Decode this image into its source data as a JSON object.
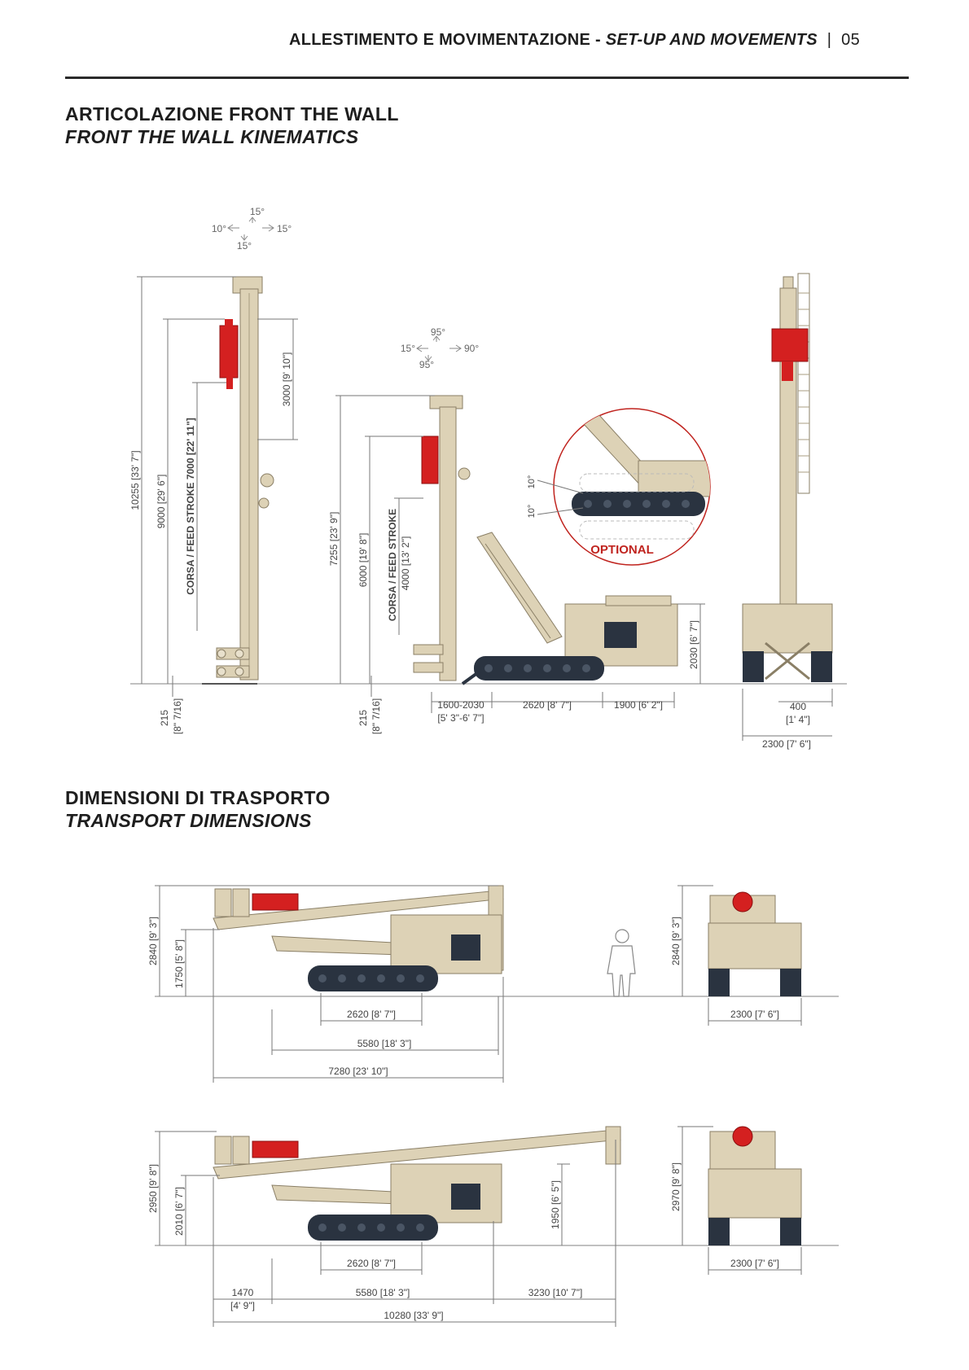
{
  "header": {
    "title_it": "ALLESTIMENTO E MOVIMENTAZIONE -",
    "title_en": "SET-UP AND MOVEMENTS",
    "separator": "|",
    "page_number": "05"
  },
  "section1": {
    "title_it": "ARTICOLAZIONE FRONT THE WALL",
    "title_en": "FRONT THE WALL KINEMATICS",
    "angles_left": {
      "top": "15°",
      "left": "10°",
      "right": "15°",
      "bottom": "15°"
    },
    "angles_mid": {
      "top": "95°",
      "left": "15°",
      "right": "90°",
      "bottom": "95°"
    },
    "dims_left": {
      "total_height": "10255 [33' 7\"]",
      "mast_height": "9000 [29' 6\"]",
      "feed_stroke": "CORSA / FEED STROKE 7000 [22' 11\"]",
      "top_offset": "3000 [9' 10\"]",
      "ground_offset": "215",
      "ground_offset_imperial": "[8\" 7/16]"
    },
    "dims_mid": {
      "total_height": "7255 [23' 9\"]",
      "mast_height": "6000 [19' 8\"]",
      "feed_stroke_label": "CORSA / FEED STROKE",
      "feed_stroke_value": "4000 [13' 2\"]",
      "ground_offset": "215",
      "ground_offset_imperial": "[8\" 7/16]",
      "reach": "1600-2030",
      "reach_imperial": "[5' 3\"-6' 7\"]",
      "track_length": "2620 [8' 7\"]",
      "rear_length": "1900 [6' 2\"]",
      "body_height": "2030 [6' 7\"]"
    },
    "detail": {
      "angle_top": "10°",
      "angle_bottom": "10°",
      "label": "OPTIONAL"
    },
    "dims_right": {
      "offset": "400",
      "offset_imperial": "[1' 4\"]",
      "width": "2300 [7' 6\"]"
    }
  },
  "section2": {
    "title_it": "DIMENSIONI DI TRASPORTO",
    "title_en": "TRANSPORT DIMENSIONS",
    "row1": {
      "height_total": "2840 [9' 3\"]",
      "height_body": "1750 [5' 8\"]",
      "track": "2620 [8' 7\"]",
      "length_mid": "5580 [18' 3\"]",
      "length_total": "7280 [23' 10\"]",
      "front_height": "2840 [9' 3\"]",
      "front_width": "2300 [7' 6\"]"
    },
    "row2": {
      "height_total": "2950 [9' 8\"]",
      "height_body": "2010 [6' 7\"]",
      "mast_height": "1950 [6' 5\"]",
      "track": "2620 [8' 7\"]",
      "front_overhang": "1470",
      "front_overhang_imperial": "[4' 9\"]",
      "length_mid": "5580 [18' 3\"]",
      "rear_overhang": "3230 [10' 7\"]",
      "length_total": "10280 [33' 9\"]",
      "front_height": "2970 [9' 8\"]",
      "front_width": "2300 [7' 6\"]"
    }
  },
  "colors": {
    "machine": "#ddd2b6",
    "machine_line": "#8a7f66",
    "head": "#d42020",
    "track": "#2a3340",
    "dim": "#555555",
    "detail_red": "#c0241f"
  }
}
